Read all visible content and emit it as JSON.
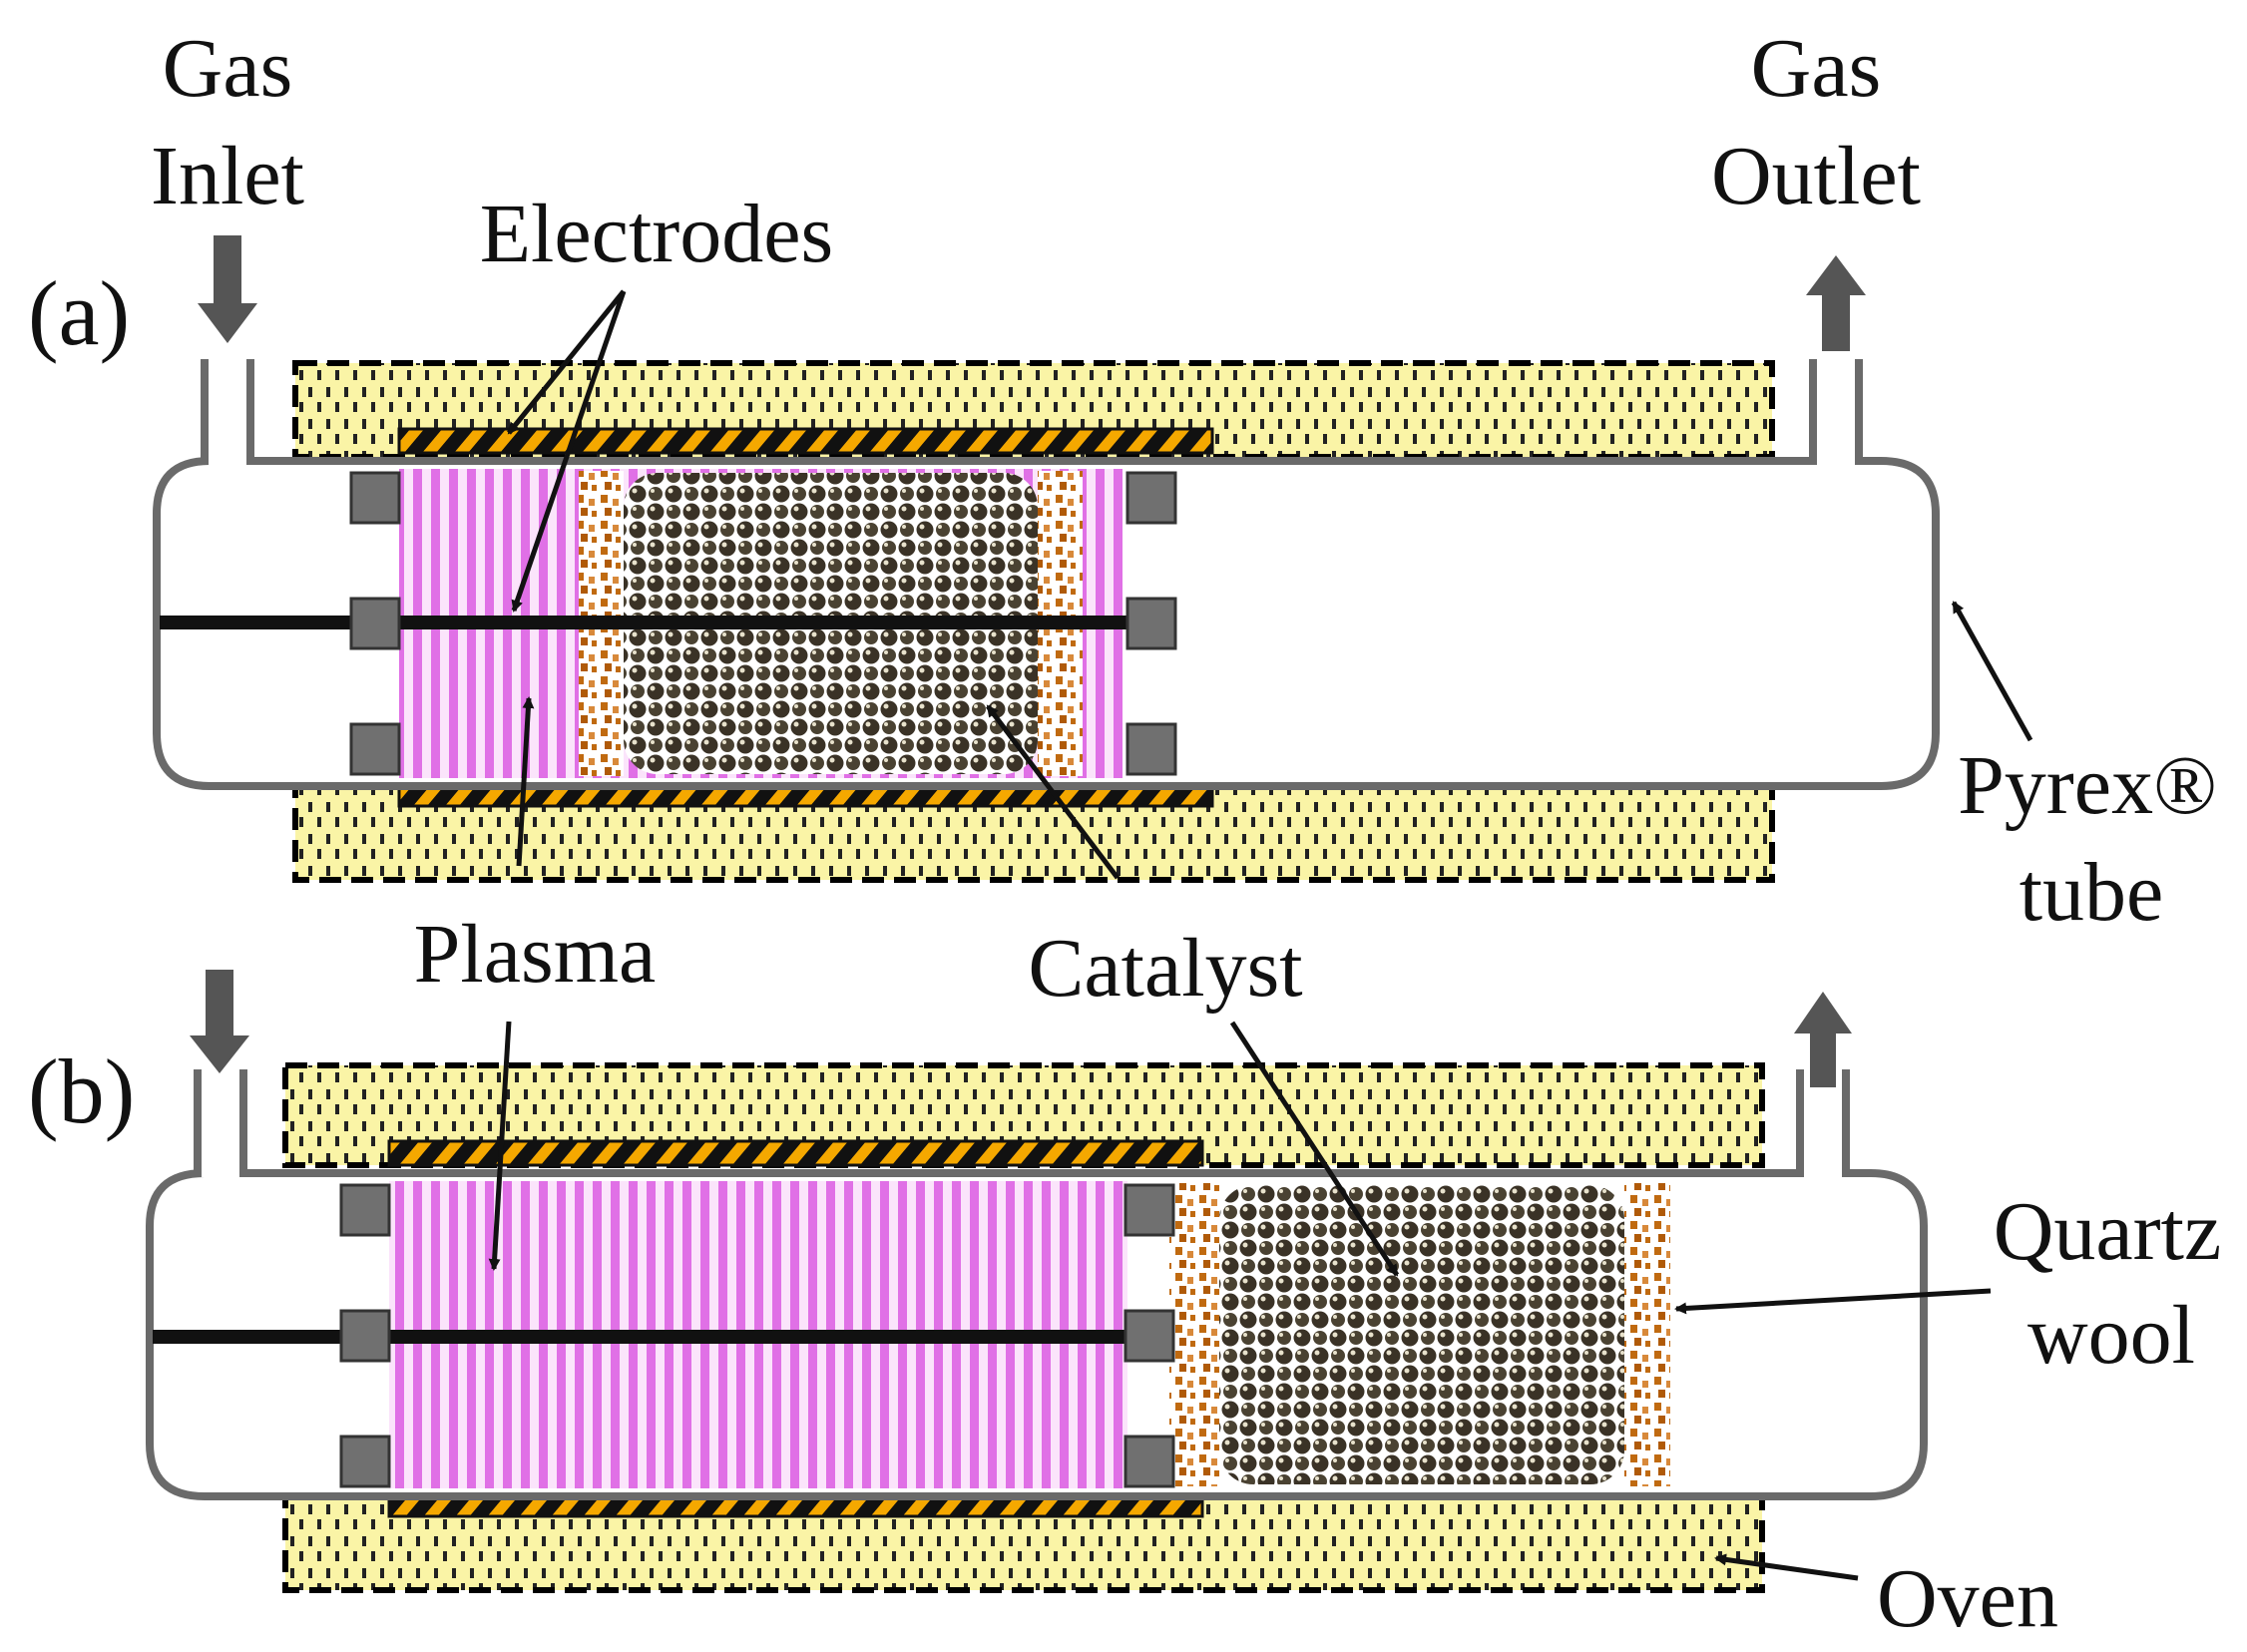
{
  "panels": [
    {
      "tag": "(a)",
      "arrangement": "in-plasma catalysis: catalyst packed inside the plasma zone"
    },
    {
      "tag": "(b)",
      "arrangement": "post-plasma catalysis: catalyst placed downstream of the plasma zone"
    }
  ],
  "labels": {
    "gas_inlet_1": "Gas",
    "gas_inlet_2": "Inlet",
    "gas_outlet_1": "Gas",
    "gas_outlet_2": "Outlet",
    "electrodes": "Electrodes",
    "plasma": "Plasma",
    "catalyst": "Catalyst",
    "pyrex_1": "Pyrex®",
    "pyrex_2": "tube",
    "quartz_1": "Quartz",
    "quartz_2": "wool",
    "oven": "Oven"
  },
  "colors": {
    "oven_fill": "#faf4a6",
    "oven_dash": "#000000",
    "electrode_stripe": "#f5a800",
    "plasma_stripe": "#e070e6",
    "catalyst_bead": "#3a3226",
    "quartz_wool": "#c06a10",
    "tube_outline": "#6a6a6a",
    "spacer": "#707070",
    "flow_arrow": "#555555"
  },
  "icons": {
    "inlet_arrow": "arrow-down-icon",
    "outlet_arrow": "arrow-up-icon"
  }
}
